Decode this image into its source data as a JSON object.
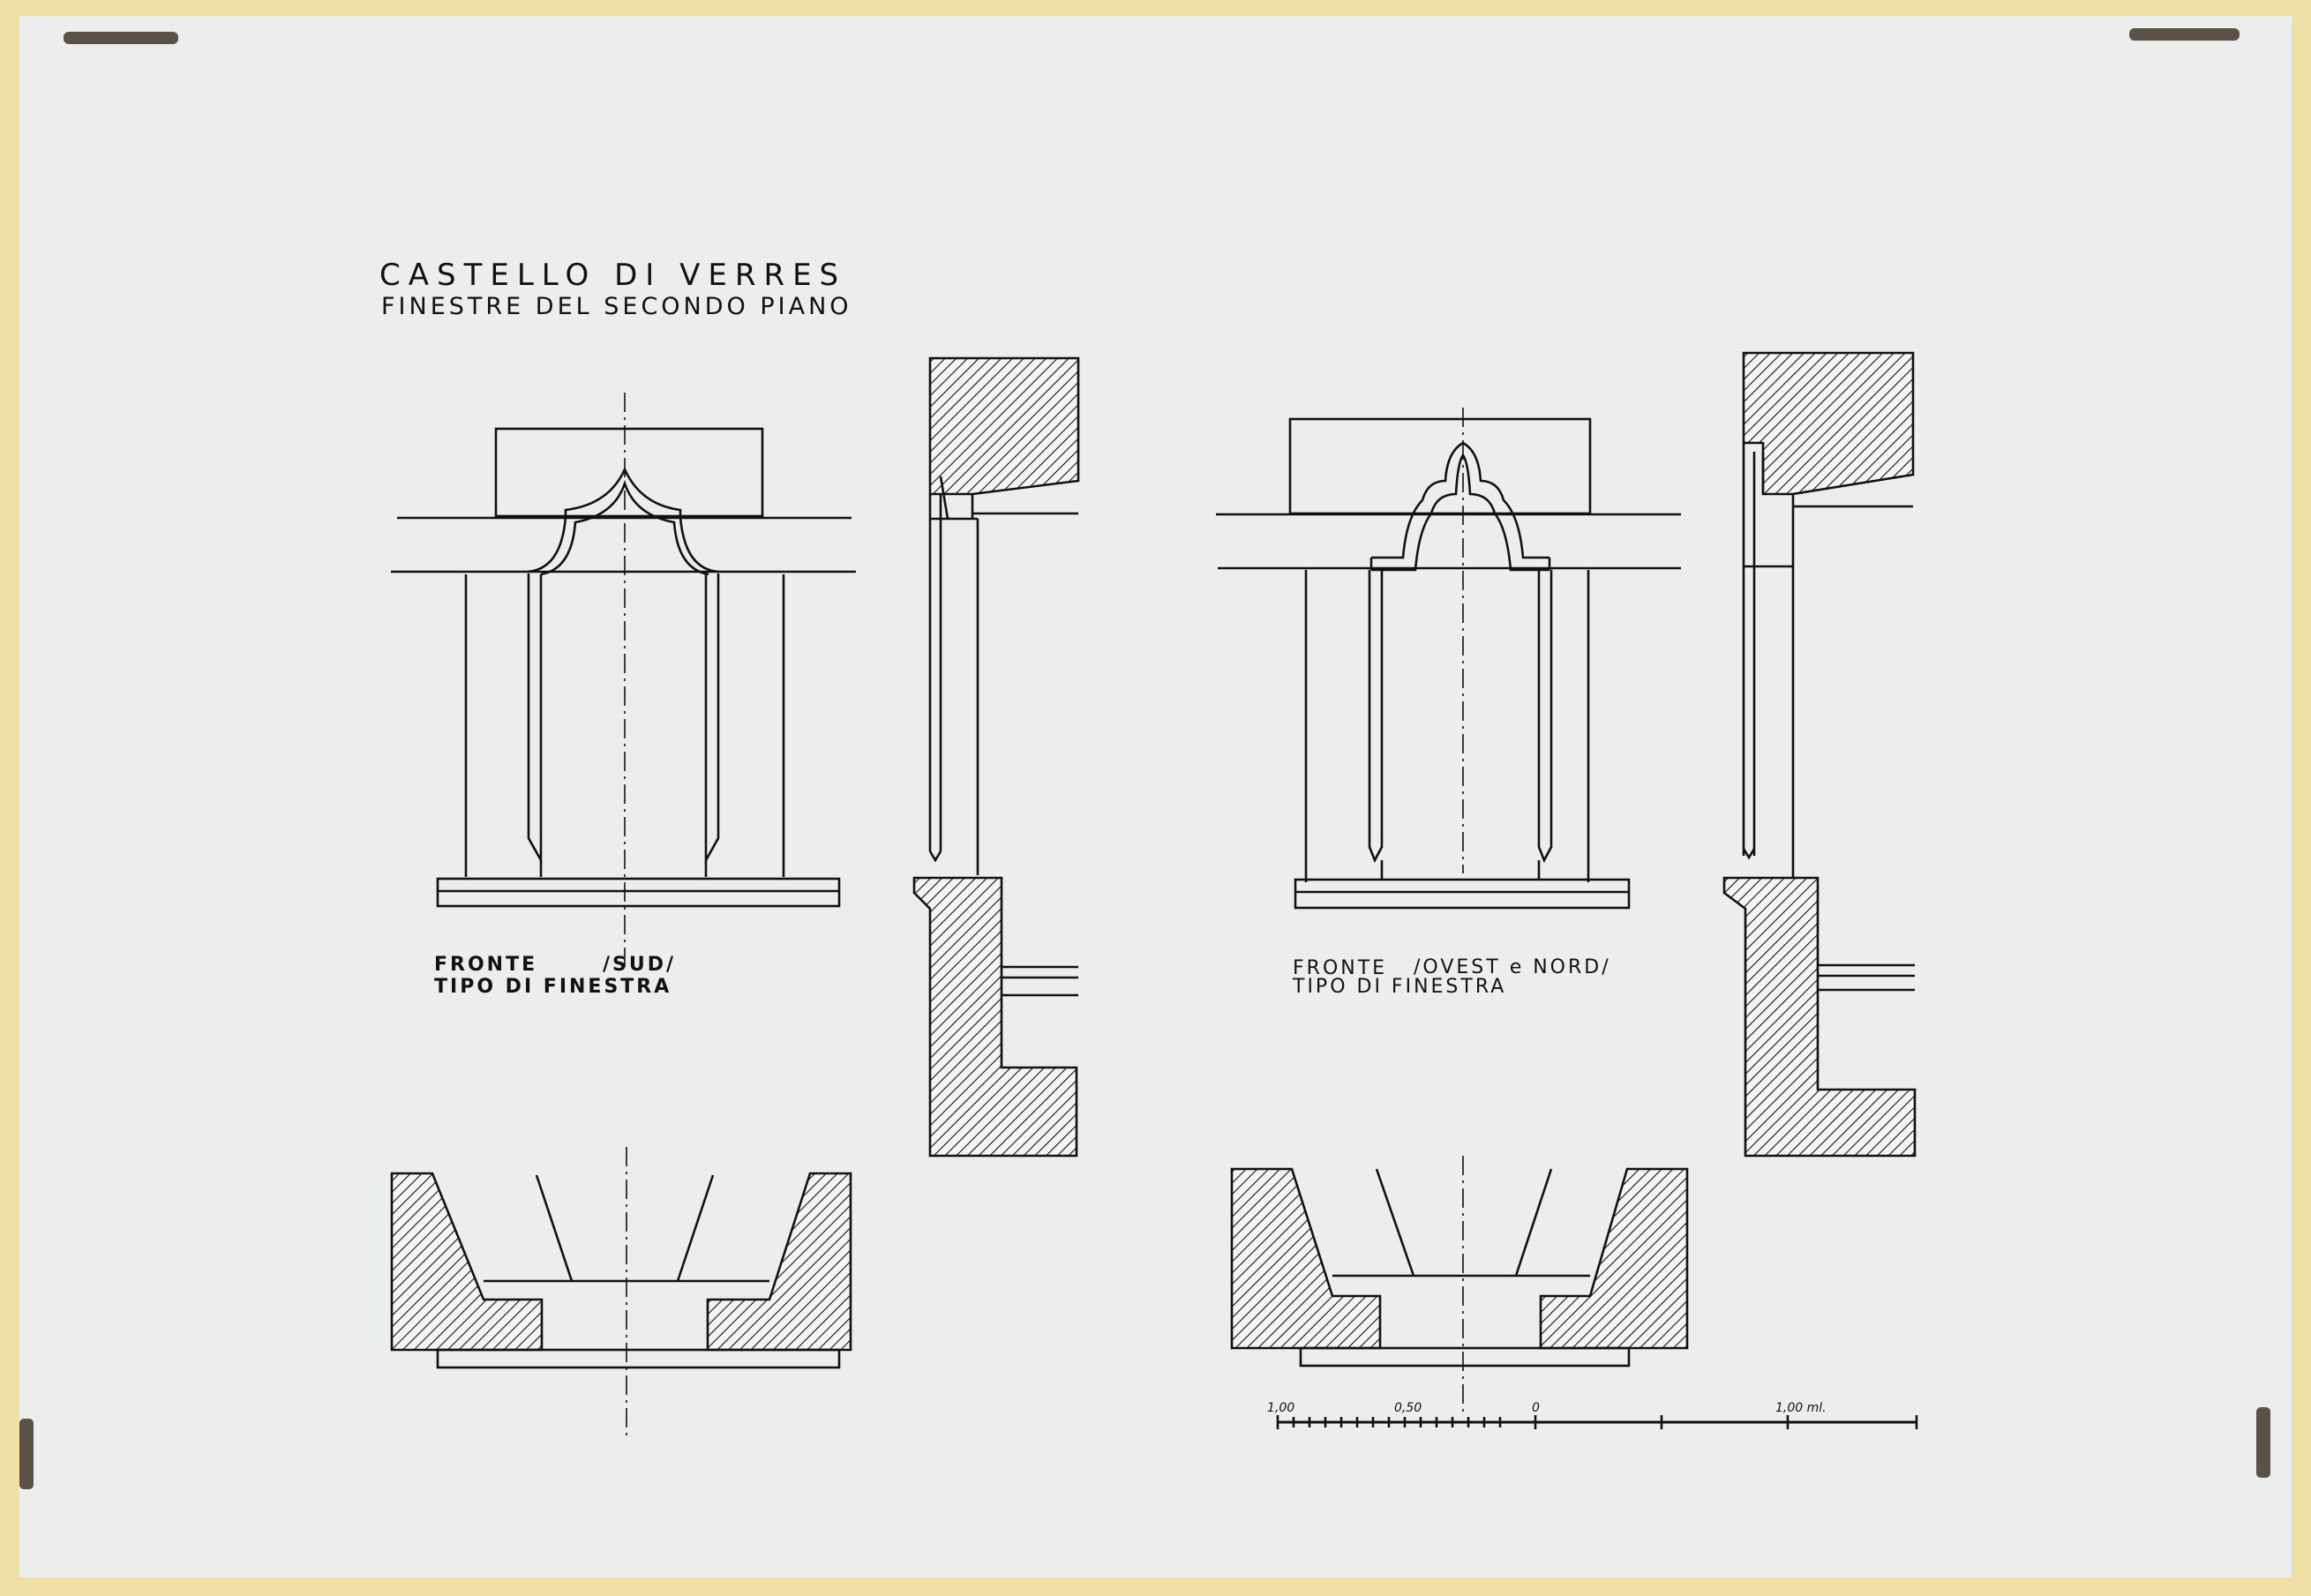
{
  "sheet": {
    "title": "CASTELLO DI VERRES",
    "subtitle": "FINESTRE DEL SECONDO PIANO"
  },
  "left_elevation": {
    "caption_line1_a": "FRONTE",
    "caption_line1_b": "/SUD/",
    "caption_line2": "TIPO DI FINESTRA"
  },
  "right_elevation": {
    "caption_line1_a": "FRONTE",
    "caption_line1_b": "/OVEST e NORD/",
    "caption_line2": "TIPO DI FINESTRA"
  },
  "scale_bar": {
    "label_left": "1,00",
    "label_mid": "0,50",
    "label_zero": "0",
    "label_right": "1,00 ml."
  },
  "colors": {
    "background": "#efe0a6",
    "paper": "#eceded",
    "ink": "#111111"
  },
  "icons": [
    "paper-clip-icon"
  ]
}
